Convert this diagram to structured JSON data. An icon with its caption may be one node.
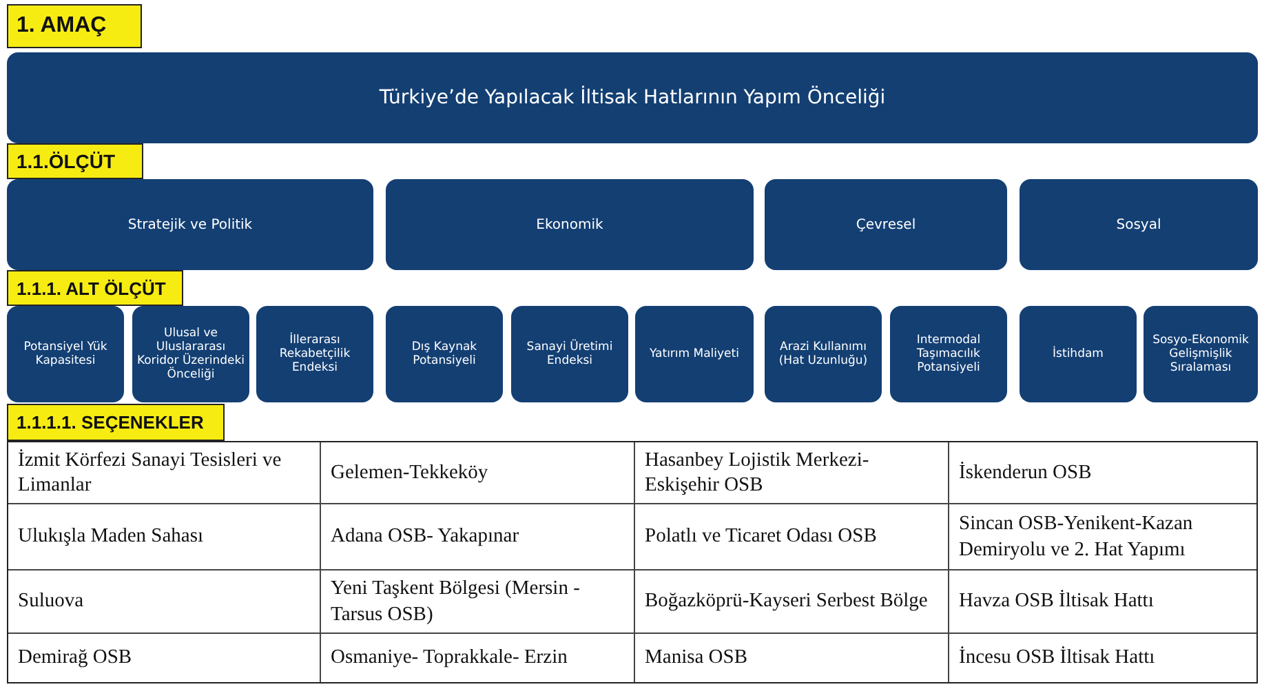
{
  "diagram": {
    "nodes": [
      {
        "text": [
          "1. AMAÇ"
        ]
      },
      {
        "text": [
          "Türkiye’de Yapılacak İltisak Hatlarının Yapım Önceliği"
        ]
      },
      {
        "text": [
          "1.1.ÖLÇÜT"
        ]
      },
      {
        "text": [
          "Stratejik ve Politik"
        ]
      },
      {
        "text": [
          "Ekonomik"
        ]
      },
      {
        "text": [
          "Çevresel"
        ]
      },
      {
        "text": [
          "Sosyal"
        ]
      },
      {
        "text": [
          "1.1.1. ALT ÖLÇÜT"
        ]
      },
      {
        "text": [
          "Potansiyel Yük Kapasitesi"
        ]
      },
      {
        "text": [
          "Ulusal ve Uluslararası Koridor Üzerindeki Önceliği"
        ]
      },
      {
        "text": [
          "İllerarası Rekabetçilik Endeksi"
        ]
      },
      {
        "text": [
          "Dış Kaynak Potansiyeli"
        ]
      },
      {
        "text": [
          "Sanayi Üretimi Endeksi"
        ]
      },
      {
        "text": [
          "Yatırım Maliyeti"
        ]
      },
      {
        "text": [
          "Arazi Kullanımı (Hat Uzunluğu)"
        ]
      },
      {
        "text": [
          "Intermodal Taşımacılık Potansiyeli"
        ]
      },
      {
        "text": [
          "İstihdam"
        ]
      },
      {
        "text": [
          "Sosyo-Ekonomik Gelişmişlik Sıralaması"
        ]
      },
      {
        "text": [
          "1.1.1.1. SEÇENEKLER"
        ]
      }
    ],
    "edges": [],
    "labels": [
      "İzmit Körfezi Sanayi Tesisleri ve Limanlar",
      "Gelemen-Tekkeköy",
      "Hasanbey Lojistik Merkezi-Eskişehir OSB",
      "İskenderun OSB",
      "Ulukışla Maden Sahası",
      "Adana OSB- Yakapınar",
      "Polatlı ve Ticaret Odası OSB",
      "Sincan OSB-Yenikent-Kazan Demiryolu ve 2. Hat Yapımı",
      "Suluova",
      "Yeni Taşkent Bölgesi (Mersin - Tarsus OSB)",
      "Boğazköprü-Kayseri Serbest Bölge",
      "Havza OSB İltisak Hattı",
      "Demirağ OSB",
      "Osmaniye- Toprakkale- Erzin",
      "Manisa OSB",
      "İncesu OSB İltisak Hattı"
    ]
  }
}
